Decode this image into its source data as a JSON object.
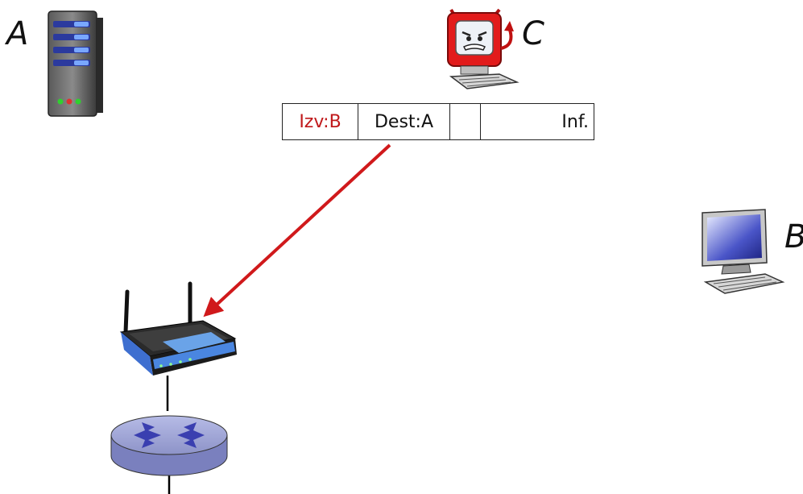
{
  "nodes": {
    "server": {
      "label": "A",
      "icon": "server-icon"
    },
    "attacker": {
      "label": "C",
      "icon": "devil-computer-icon"
    },
    "host": {
      "label": "B",
      "icon": "desktop-computer-icon"
    },
    "access_point": {
      "icon": "wifi-router-icon"
    },
    "router": {
      "icon": "router-icon"
    }
  },
  "packet": {
    "source": "Izv:B",
    "destination": "Dest:A",
    "field3": "",
    "payload": "Inf."
  },
  "colors": {
    "spoofed_field": "#c0191b",
    "arrow": "#d0191b",
    "router_body": "#8f95c9",
    "router_mark": "#3a3fb0"
  }
}
